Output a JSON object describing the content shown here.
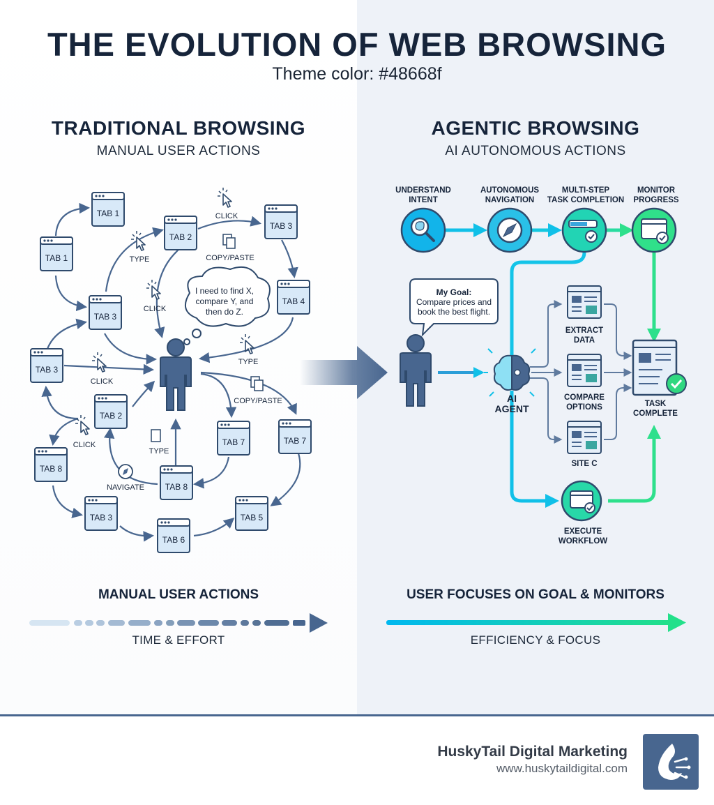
{
  "title": "THE EVOLUTION OF WEB BROWSING",
  "subtitle": "Theme color: #48668f",
  "theme_color": "#48668f",
  "left": {
    "title": "TRADITIONAL BROWSING",
    "subtitle": "MANUAL USER ACTIONS",
    "tabs": [
      "TAB 1",
      "TAB 1",
      "TAB 2",
      "TAB 3",
      "TAB 4",
      "TAB 3",
      "TAB 3",
      "TAB 2",
      "TAB 8",
      "TAB 7",
      "TAB 7",
      "TAB 8",
      "TAB 3",
      "TAB 6",
      "TAB 5"
    ],
    "actions": [
      "CLICK",
      "TYPE",
      "COPY/PASTE",
      "CLICK",
      "TYPE",
      "CLICK",
      "COPY/PASTE",
      "CLICK",
      "TYPE",
      "NAVIGATE"
    ],
    "thought_lines": [
      "I need to find X,",
      "compare Y, and",
      "then do Z."
    ],
    "bottom_label": "MANUAL USER ACTIONS",
    "axis_label": "TIME & EFFORT",
    "color": "#48668f"
  },
  "right": {
    "title": "AGENTIC BROWSING",
    "subtitle": "AI AUTONOMOUS ACTIONS",
    "steps": [
      {
        "lines": [
          "UNDERSTAND",
          "INTENT"
        ],
        "icon": "magnifier-brain-icon"
      },
      {
        "lines": [
          "AUTONOMOUS",
          "NAVIGATION"
        ],
        "icon": "compass-icon"
      },
      {
        "lines": [
          "MULTI-STEP",
          "TASK COMPLETION"
        ],
        "icon": "progress-check-icon"
      },
      {
        "lines": [
          "MONITOR",
          "PROGRESS"
        ],
        "icon": "window-check-icon"
      }
    ],
    "goal_lines": [
      "My Goal:",
      "Compare prices and",
      "book the best flight."
    ],
    "agent_lines": [
      "AI",
      "AGENT"
    ],
    "tasks": [
      {
        "lines": [
          "EXTRACT",
          "DATA"
        ]
      },
      {
        "lines": [
          "COMPARE",
          "OPTIONS"
        ]
      },
      {
        "lines": [
          "SITE C"
        ]
      }
    ],
    "complete_lines": [
      "TASK",
      "COMPLETE"
    ],
    "workflow_lines": [
      "EXECUTE",
      "WORKFLOW"
    ],
    "bottom_label": "USER FOCUSES ON GOAL & MONITORS",
    "axis_label": "EFFICIENCY & FOCUS",
    "color_start": "#00b8f0",
    "color_end": "#22e08a"
  },
  "footer": {
    "brand": "HuskyTail Digital Marketing",
    "url": "www.huskytaildigital.com"
  }
}
